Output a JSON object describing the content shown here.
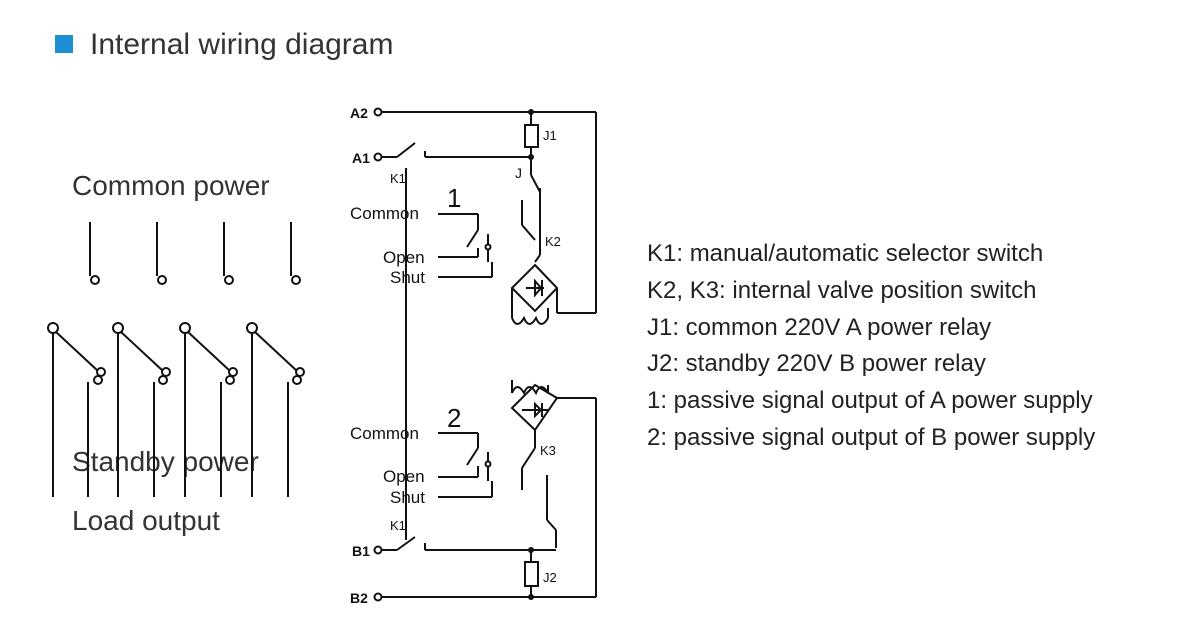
{
  "header": {
    "title": "Internal wiring diagram",
    "accent_color": "#1e8fd5"
  },
  "left_panel": {
    "common_power": "Common power",
    "standby_power": "Standby power",
    "load_output": "Load output"
  },
  "circuit": {
    "terminals": {
      "a2": "A2",
      "a1": "A1",
      "b1": "B1",
      "b2": "B2"
    },
    "k1": "K1",
    "j": "J",
    "j1": "J1",
    "j2": "J2",
    "k2": "K2",
    "k3": "K3",
    "output_1": "1",
    "output_2": "2",
    "common": "Common",
    "open": "Open",
    "shut": "Shut"
  },
  "legend": [
    "K1: manual/automatic selector switch",
    "K2, K3: internal valve position switch",
    "J1: common 220V A power relay",
    "J2: standby 220V B power relay",
    "1: passive signal output of A power supply",
    "2: passive signal output of B power supply"
  ]
}
